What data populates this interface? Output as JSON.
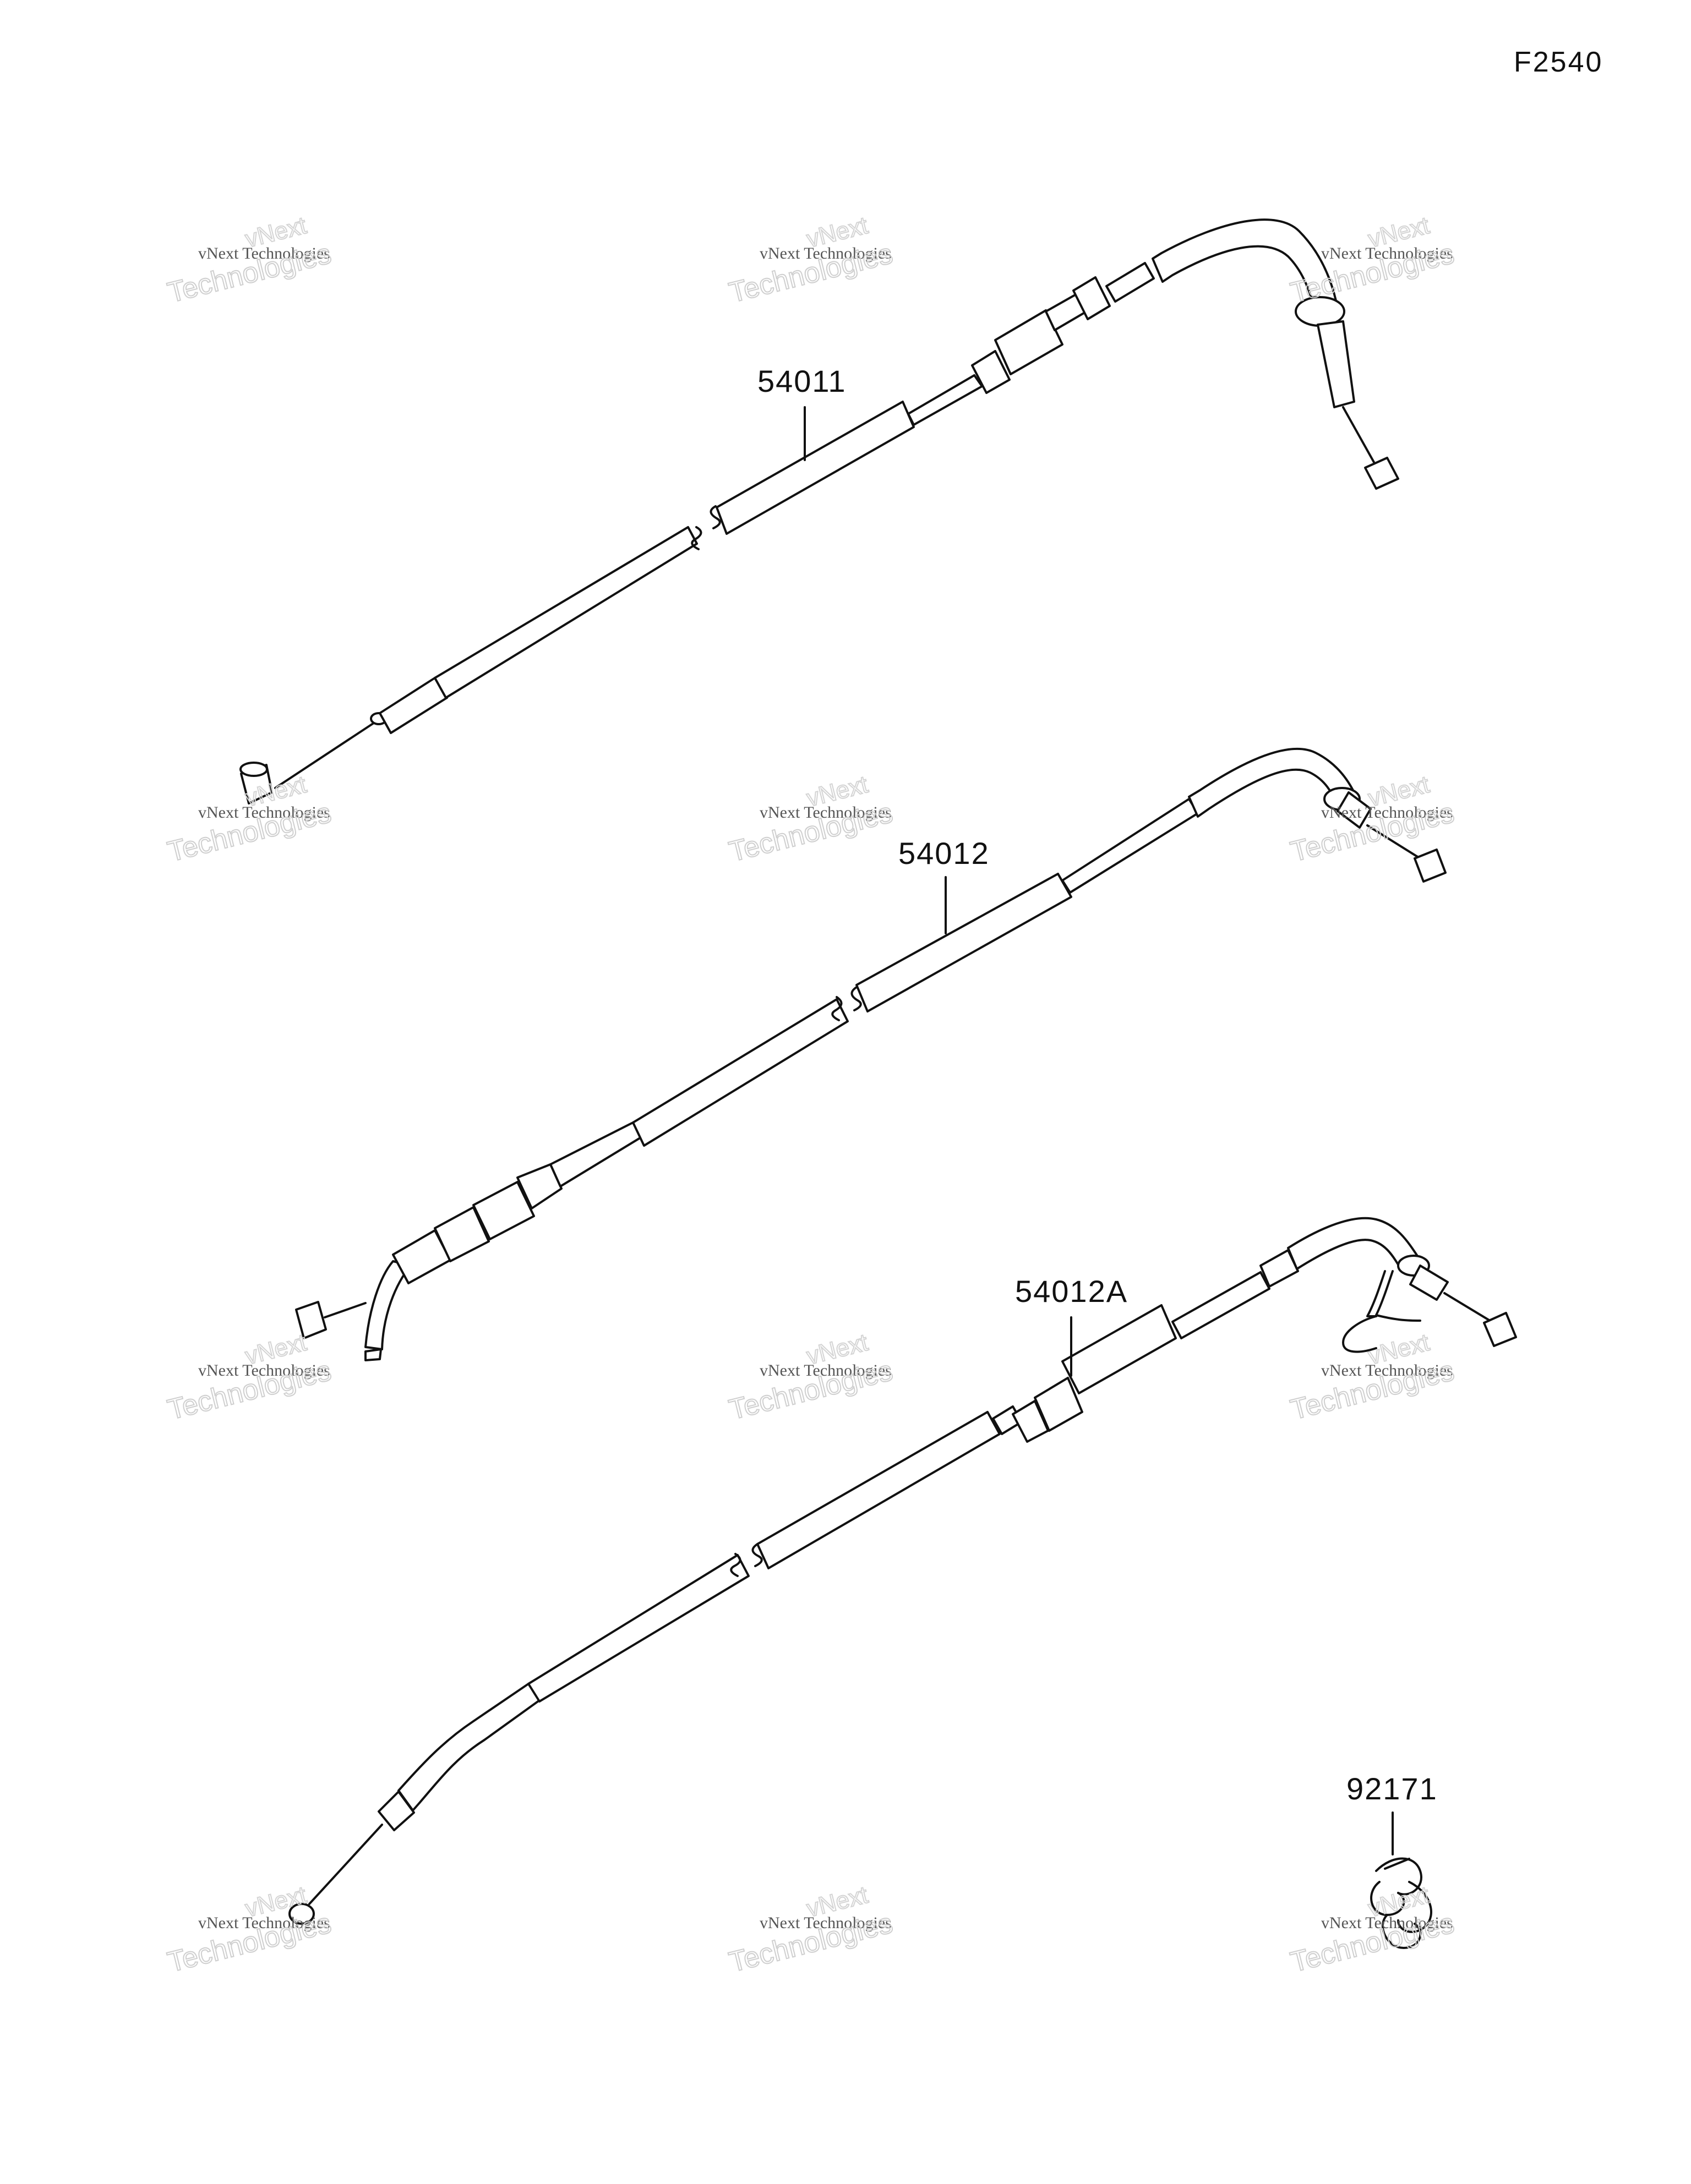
{
  "diagram": {
    "figure_code": "F2540",
    "parts": [
      {
        "id": "part-54011",
        "number": "54011"
      },
      {
        "id": "part-54012",
        "number": "54012"
      },
      {
        "id": "part-54012a",
        "number": "54012A"
      },
      {
        "id": "part-92171",
        "number": "92171"
      }
    ],
    "watermark": {
      "line1": "vNext Technologies",
      "line2": "vNext",
      "line3": "Technologies"
    }
  }
}
